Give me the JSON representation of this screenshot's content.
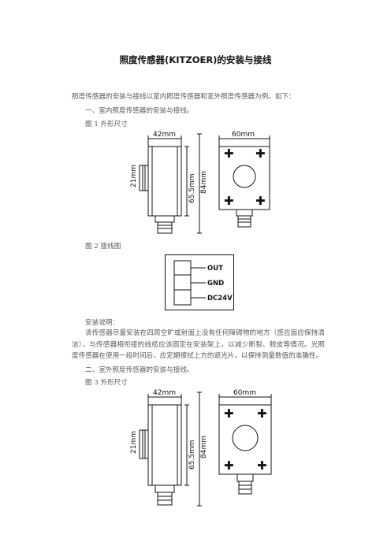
{
  "doc": {
    "title": "照度传感器(KITZOER)的安装与接线",
    "intro": "照度传感器的安装与接线以室内照度传感器和室外照度传感器为例。如下：",
    "section1": "一、室内照度传感器的安装与接线。",
    "fig1_caption": "图 1  外形尺寸",
    "fig2_caption": "图 2  接线图",
    "notes_heading": "安装说明：",
    "notes_body": "该传感器尽量安装在四周空旷或射面上没有任何障碍物的地方（感应面应保持清洁），与传感器相衔接的线缆应该固定在安装架上，以减少断裂、脱皮等情况。光照度传感器在使用一段时间后，应定期擦拭上方的遮光片，以保持测量数值的准确性。",
    "section2": "二、室外照度传感器的安装与接线。",
    "fig3_caption": "图 3  外形尺寸"
  },
  "figure": {
    "width_label": "42mm",
    "depth_label": "60mm",
    "cable_label": "21mm",
    "height1_label": "65.5mm",
    "height2_label": "84mm"
  },
  "wiring": {
    "terminals": [
      "OUT",
      "GND",
      "DC24V"
    ]
  }
}
